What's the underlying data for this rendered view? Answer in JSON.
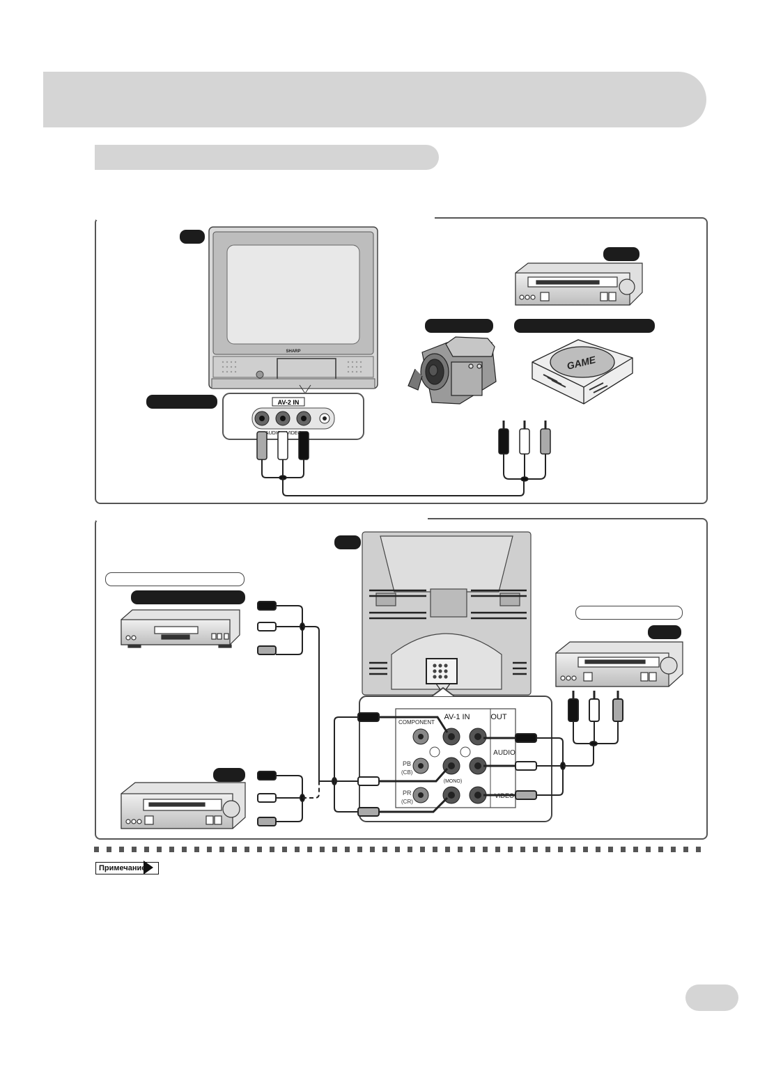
{
  "tv_front": {
    "brand": "SHARP",
    "jack_panel_title": "AV-2 IN",
    "jack_labels": [
      "AUDIO",
      "VIDEO"
    ]
  },
  "game_console": {
    "label": "GAME"
  },
  "rear_panel": {
    "av1_in": "AV-1 IN",
    "out": "OUT",
    "component": "COMPONENT",
    "pb": "PB",
    "cb": "(CB)",
    "pr": "PR",
    "cr": "(CR)",
    "audio": "AUDIO",
    "mono": "(MONO)",
    "video": "VIDEO"
  },
  "note": {
    "tag": "Примечание"
  },
  "colors": {
    "band": "#d5d5d5",
    "ink": "#1c1c1c",
    "frame": "#555555"
  }
}
